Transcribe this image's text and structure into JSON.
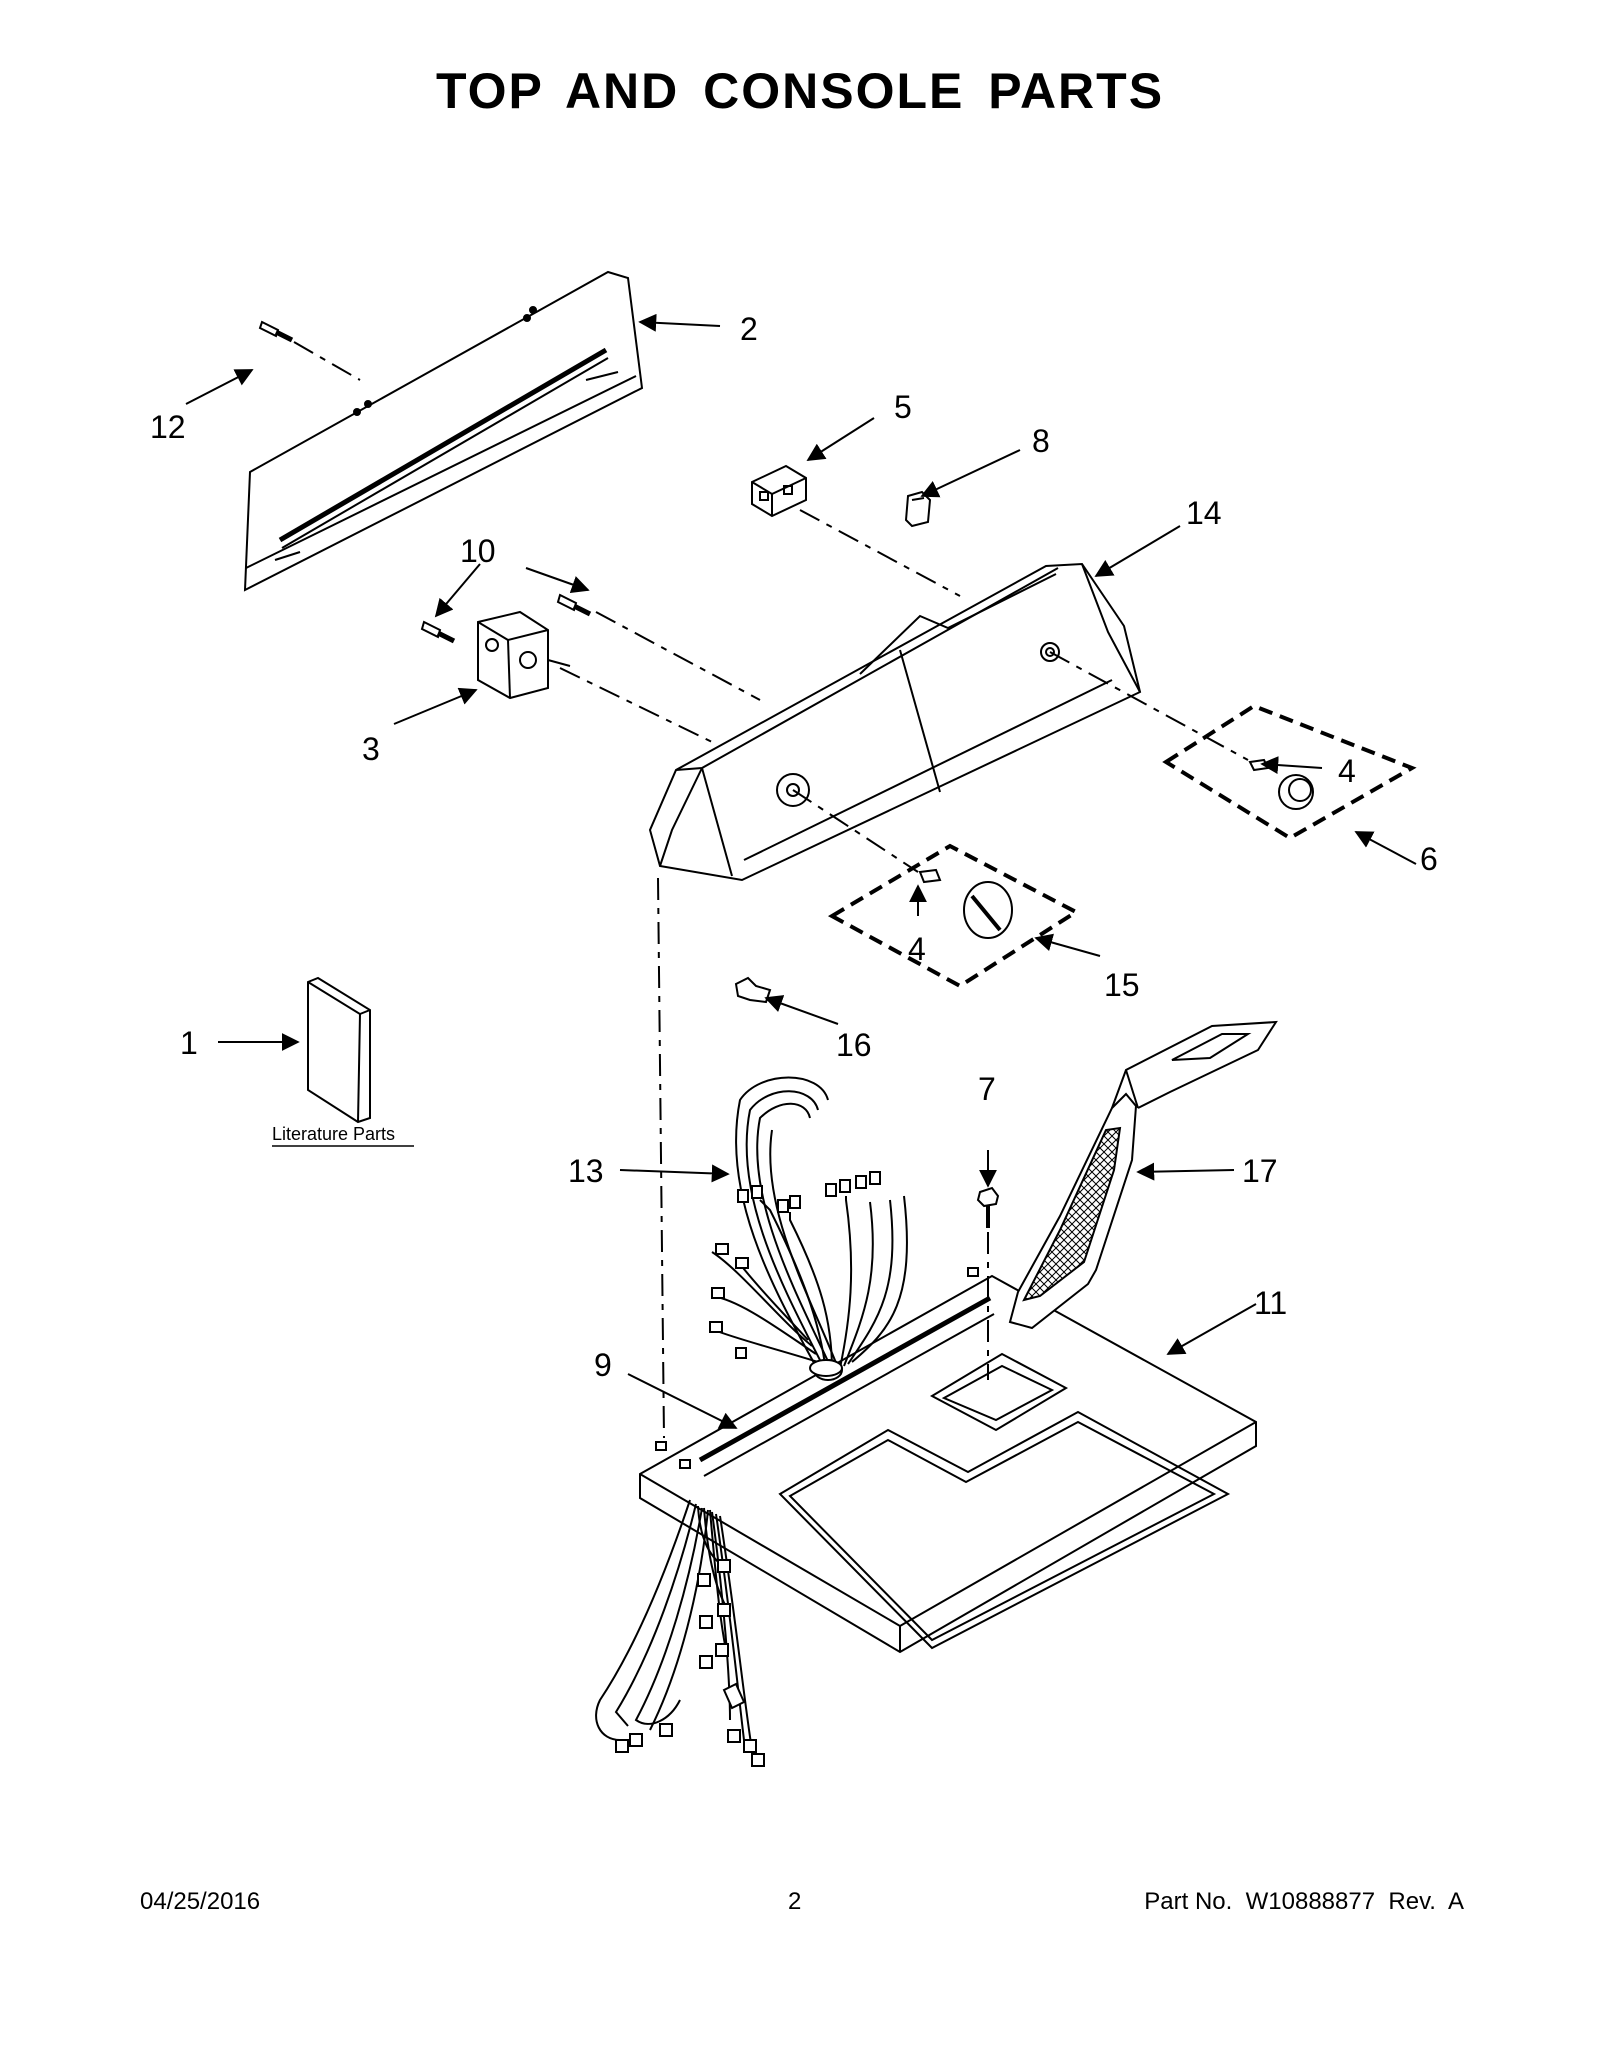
{
  "title": "TOP AND CONSOLE PARTS",
  "callouts": {
    "c1": "1",
    "c2": "2",
    "c3": "3",
    "c4a": "4",
    "c4b": "4",
    "c5": "5",
    "c6": "6",
    "c7": "7",
    "c8": "8",
    "c9": "9",
    "c10": "10",
    "c11": "11",
    "c12": "12",
    "c13": "13",
    "c14": "14",
    "c15": "15",
    "c16": "16",
    "c17": "17"
  },
  "literature_label": "Literature Parts",
  "footer": {
    "date": "04/25/2016",
    "page": "2",
    "part": "Part No.  W10888877  Rev.  A"
  }
}
